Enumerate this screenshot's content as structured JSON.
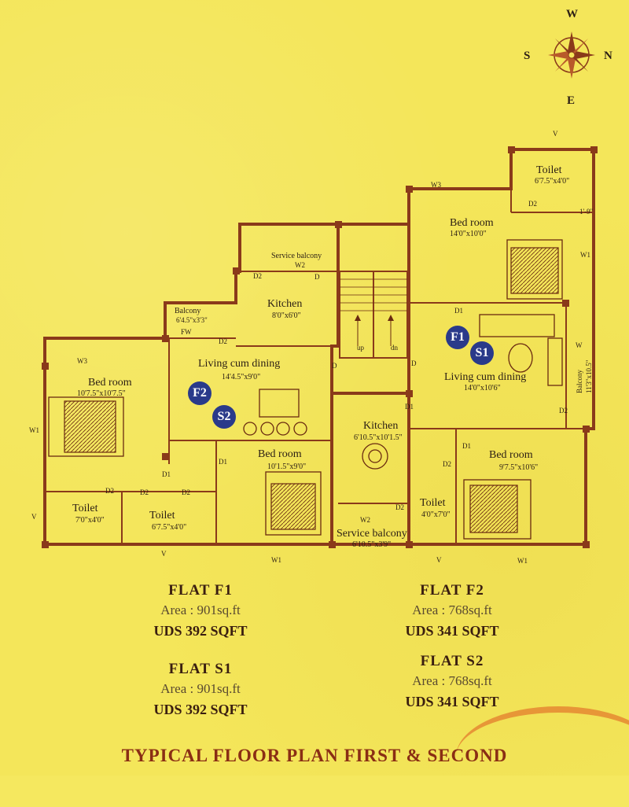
{
  "compass": {
    "top": "W",
    "left": "S",
    "right": "N",
    "bottom": "E"
  },
  "rooms": {
    "f1_toilet": {
      "name": "Toilet",
      "dim": "6'7.5\"x4'0\""
    },
    "f1_bedroom": {
      "name": "Bed room",
      "dim": "14'0\"x10'0\""
    },
    "f1_living": {
      "name": "Living cum dining",
      "dim": "14'0\"x10'6\""
    },
    "f1_balcony": {
      "name": "Balcony",
      "dim": "11'3\"x10.5\""
    },
    "f1_bedroom2": {
      "name": "Bed room",
      "dim": "9'7.5\"x10'6\""
    },
    "f1_toilet2": {
      "name": "Toilet",
      "dim": "4'0\"x7'0\""
    },
    "mid_kitchen": {
      "name": "Kitchen",
      "dim": "6'10.5\"x10'1.5\""
    },
    "mid_service_balcony": {
      "name": "Service balcony",
      "dim": "6'10.5\"x3'9\""
    },
    "f2_service_balcony": {
      "name": "Service balcony"
    },
    "f2_kitchen": {
      "name": "Kitchen",
      "dim": "8'0\"x6'0\""
    },
    "f2_balcony": {
      "name": "Balcony",
      "dim": "6'4.5\"x3'3\""
    },
    "f2_living": {
      "name": "Living cum dining",
      "dim": "14'4.5\"x9'0\""
    },
    "f2_bedroom": {
      "name": "Bed room",
      "dim": "10'7.5\"x10'7.5\""
    },
    "f2_bedroom2": {
      "name": "Bed room",
      "dim": "10'1.5\"x9'0\""
    },
    "f2_toilet1": {
      "name": "Toilet",
      "dim": "7'0\"x4'0\""
    },
    "f2_toilet2": {
      "name": "Toilet",
      "dim": "6'7.5\"x4'0\""
    }
  },
  "markers": {
    "d": "D",
    "d1": "D1",
    "d2": "D2",
    "w": "W",
    "w1": "W1",
    "w2": "W2",
    "w3": "W3",
    "v": "V",
    "fw": "FW",
    "up": "up",
    "dn": "dn",
    "gap": "1'-9\""
  },
  "badges": {
    "f1": "F1",
    "s1": "S1",
    "f2": "F2",
    "s2": "S2"
  },
  "flats": [
    {
      "title": "FLAT  F1",
      "area": "Area : 901sq.ft",
      "uds": "UDS 392 SQFT"
    },
    {
      "title": "FLAT  F2",
      "area": "Area : 768sq.ft",
      "uds": "UDS 341 SQFT"
    },
    {
      "title": "FLAT  S1",
      "area": "Area : 901sq.ft",
      "uds": "UDS 392 SQFT"
    },
    {
      "title": "FLAT  S2",
      "area": "Area : 768sq.ft",
      "uds": "UDS 341 SQFT"
    }
  ],
  "footer": "TYPICAL FLOOR PLAN FIRST & SECOND",
  "colors": {
    "background": "#f4e65a",
    "wall": "#8a3a1a",
    "badge": "#2a3a8a",
    "footer": "#8a2e14"
  }
}
